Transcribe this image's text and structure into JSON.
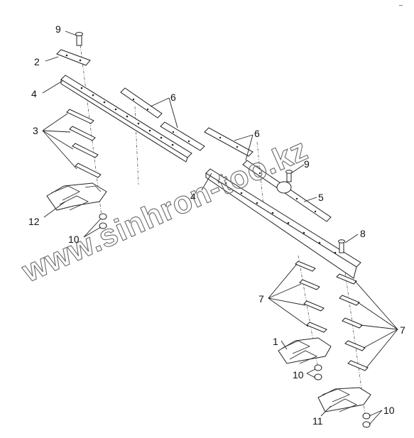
{
  "labels": {
    "l9a": "9",
    "l2": "2",
    "l4a": "4",
    "l3": "3",
    "l6a": "6",
    "l6b": "6",
    "l9b": "9",
    "l4b": "4",
    "l5": "5",
    "l12": "12",
    "l10a": "10",
    "l8": "8",
    "l7a": "7",
    "l7b": "7",
    "l1": "1",
    "l10b": "10",
    "l11": "11",
    "l10c": "10"
  },
  "watermark": "www.sinhron-too.kz",
  "corner_mark": "–"
}
